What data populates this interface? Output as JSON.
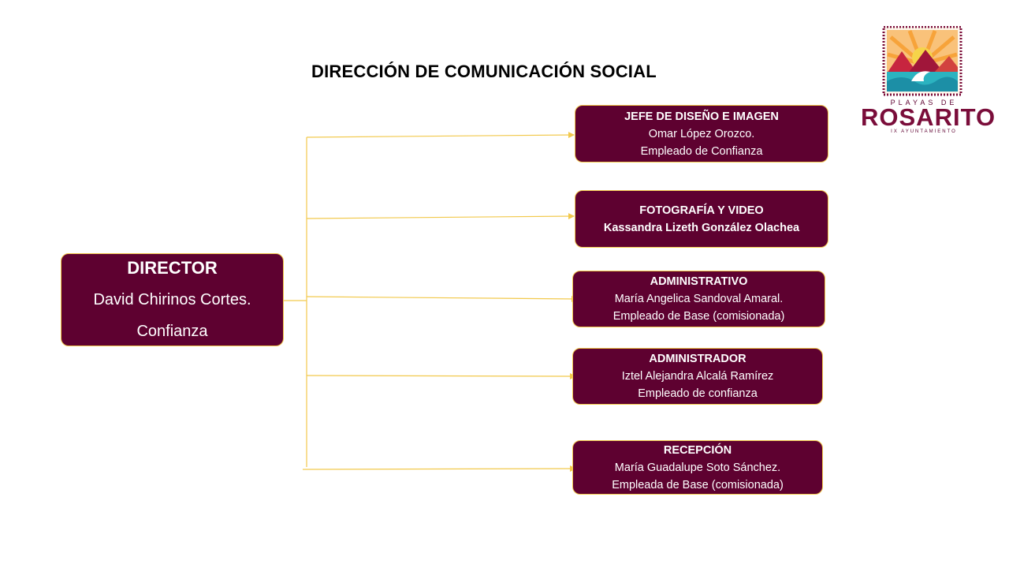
{
  "title": "DIRECCIÓN DE COMUNICACIÓN SOCIAL",
  "logo": {
    "top_text": "PLAYAS DE",
    "main_text": "ROSARITO",
    "bottom_text": "IX AYUNTAMIENTO"
  },
  "director": {
    "role": "DIRECTOR",
    "name": "David Chirinos Cortes.",
    "type": "Confianza"
  },
  "units": [
    {
      "role": "JEFE DE DISEÑO E IMAGEN",
      "name": "Omar López Orozco.",
      "type": "Empleado de Confianza"
    },
    {
      "role": "FOTOGRAFÍA Y VIDEO",
      "name": "Kassandra Lizeth González Olachea",
      "type": ""
    },
    {
      "role": "ADMINISTRATIVO",
      "name": "María Angelica Sandoval Amaral.",
      "type": "Empleado de Base (comisionada)"
    },
    {
      "role": "ADMINISTRADOR",
      "name": "Iztel Alejandra Alcalá Ramírez",
      "type": "Empleado de confianza"
    },
    {
      "role": "RECEPCIÓN",
      "name": "María Guadalupe Soto Sánchez.",
      "type": "Empleada de Base (comisionada)"
    }
  ],
  "colors": {
    "box_fill": "#5e0130",
    "box_border": "#f2c94c",
    "connector": "#f2c94c"
  }
}
